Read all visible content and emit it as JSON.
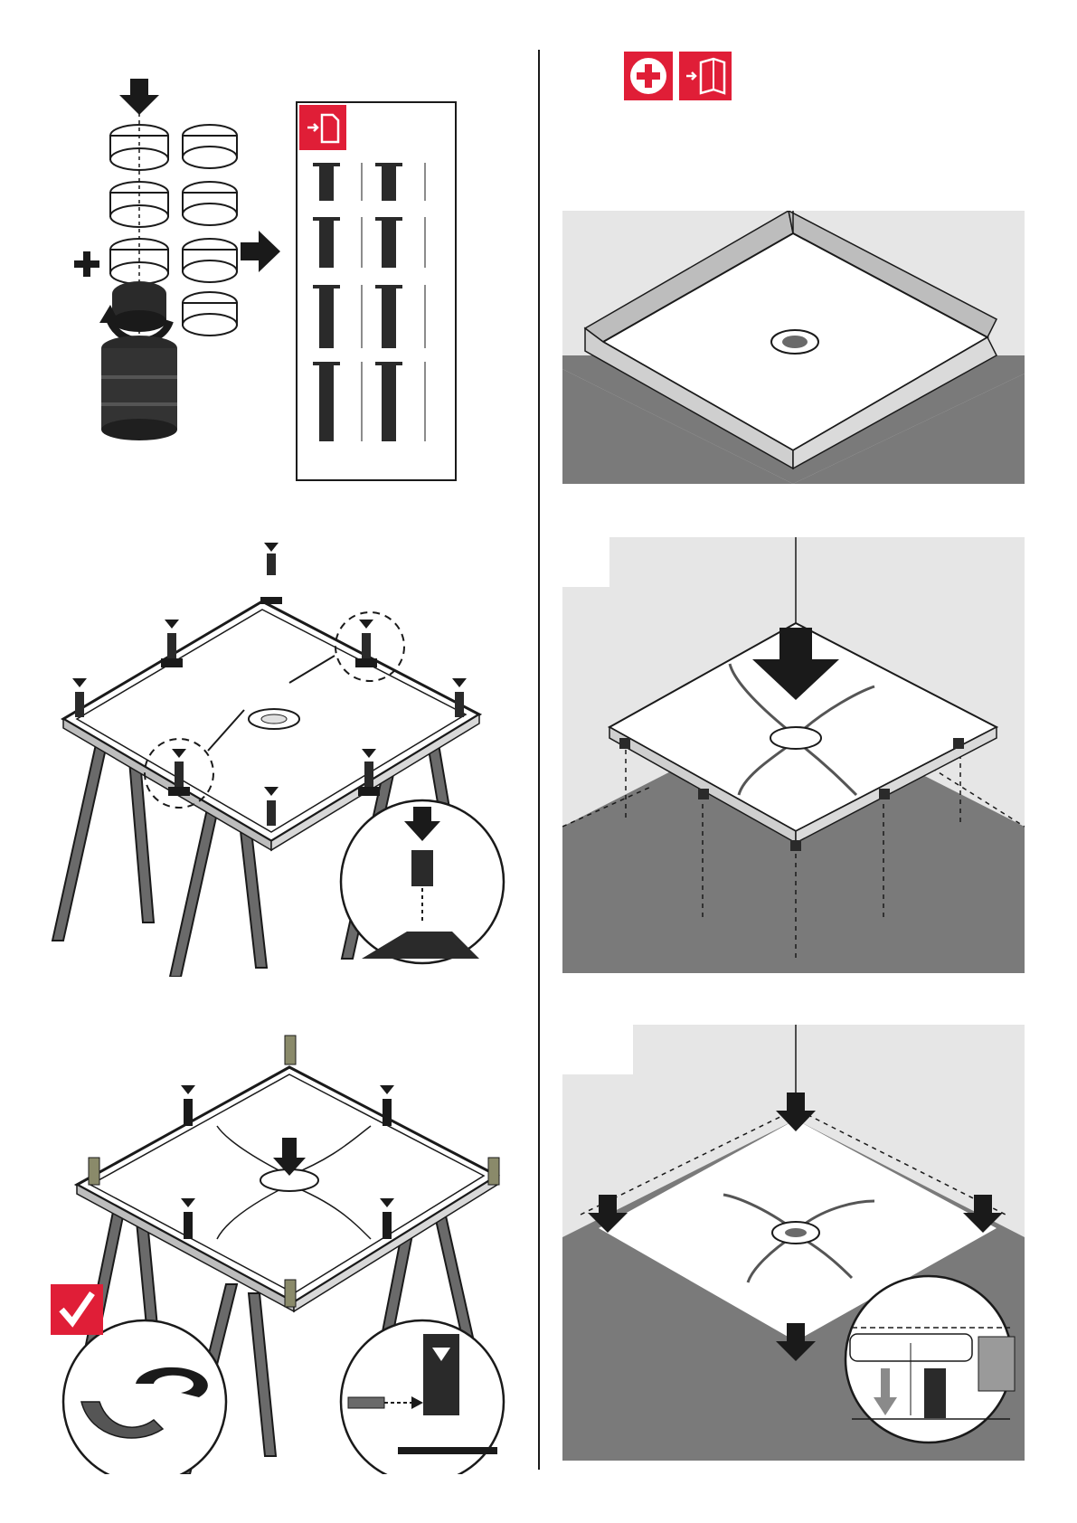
{
  "page": {
    "title": "",
    "divider": "vertical-center-line"
  },
  "colors": {
    "accent_red": "#e01e37",
    "floor_dark": "#7a7a7a",
    "wall_light": "#e6e6e6",
    "line_black": "#1a1a1a",
    "white": "#ffffff"
  },
  "icons": {
    "add_option": "plus-circle-icon",
    "see_document": "document-arrow-icon",
    "booklet": "booklet-arrow-icon",
    "check": "check-icon",
    "arrow_down": "arrow-down-icon",
    "arrow_right": "arrow-right-icon"
  },
  "steps": [
    {
      "id": "step-1",
      "description_icon": "riser-assembly"
    },
    {
      "id": "step-2",
      "description_icon": "legs-placement"
    },
    {
      "id": "step-3",
      "description_icon": "cable-clips"
    },
    {
      "id": "step-4",
      "description_icon": "room-corner-preparation"
    },
    {
      "id": "step-5",
      "description_icon": "tray-lowering"
    },
    {
      "id": "step-6",
      "description_icon": "tray-level-press"
    }
  ],
  "leg_variants": {
    "rows": 4,
    "columns": 2,
    "count": 8
  }
}
